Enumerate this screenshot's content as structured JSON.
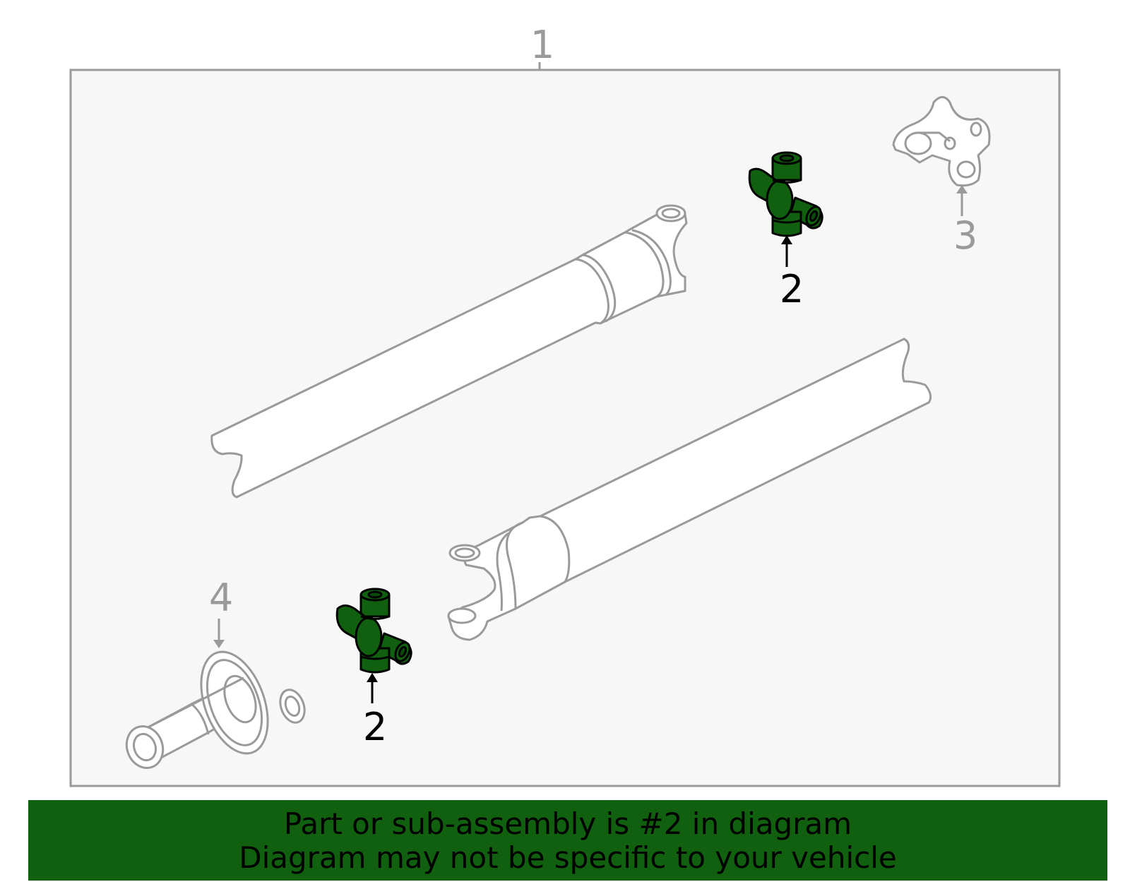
{
  "callouts": {
    "assembly": "1",
    "u_joint_upper": "2",
    "u_joint_lower": "2",
    "center_bearing": "3",
    "slip_yoke": "4"
  },
  "banner": {
    "line1": "Part or sub-assembly is #2 in diagram",
    "line2": "Diagram may not be specific to your vehicle"
  },
  "colors": {
    "highlight": "#106010",
    "banner_bg": "#106010",
    "outline": "#9a9a9a",
    "panel_bg": "#f7f7f7"
  }
}
